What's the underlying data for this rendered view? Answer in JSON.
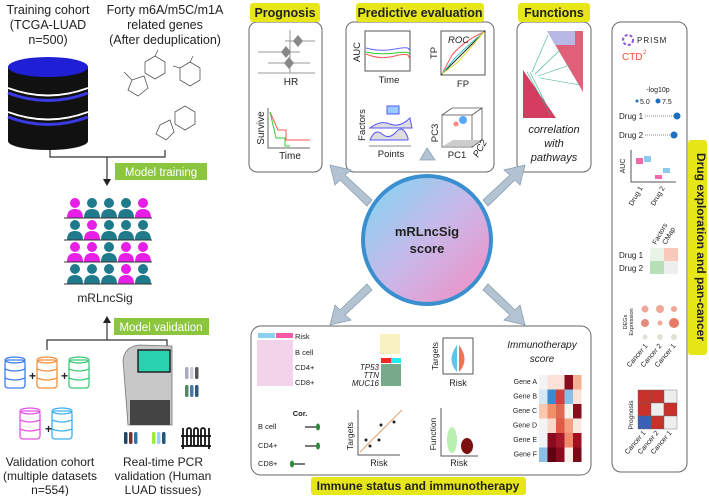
{
  "left": {
    "training_cohort": [
      "Training cohort",
      "(TCGA-LUAD",
      "n=500)"
    ],
    "genes": [
      "Forty m6A/m5C/m1A",
      "related genes",
      "(After deduplication)"
    ],
    "model_training": "Model training",
    "signature": "mRLncSig",
    "model_validation": "Model validation",
    "validation_cohort": [
      "Validation cohort",
      "(multiple datasets",
      "n=554)"
    ],
    "pcr": [
      "Real-time PCR",
      "validation (Human",
      "LUAD tissues)"
    ],
    "plus": "+"
  },
  "prognosis": {
    "title": "Prognosis",
    "hr": "HR",
    "survive": "Survive",
    "time": "Time"
  },
  "predictive": {
    "title": "Predictive evaluation",
    "auc": "AUC",
    "time": "Time",
    "roc": "ROC",
    "tp": "TP",
    "fp": "FP",
    "factors": "Factors",
    "points": "Points",
    "pc1": "PC1",
    "pc2": "PC2",
    "pc3": "PC3"
  },
  "functions": {
    "title": "Functions",
    "caption": [
      "correlation",
      "with",
      "pathways"
    ]
  },
  "center": {
    "line1": "mRLncSig",
    "line2": "score"
  },
  "immune": {
    "title": "Immune status and immunotherapy",
    "heat_labels": [
      "Risk",
      "B cell",
      "CD4+",
      "CD8+"
    ],
    "genes": [
      "TP53",
      "TTN",
      "MUC16"
    ],
    "cor": "Cor.",
    "cor_labels": [
      "B cell",
      "CD4+",
      "CD8+"
    ],
    "targets": "Targets",
    "risk": "Risk",
    "function": "Function",
    "immuno_score": [
      "Immunotherapy",
      "score"
    ],
    "gene_rows": [
      "Gene A",
      "Gene B",
      "Gene C",
      "Gene D",
      "Gene E",
      "Gene F"
    ]
  },
  "drug": {
    "title": "Drug exploration and pan-cancer",
    "prism": "PRISM",
    "ctd": "CTD",
    "ctd_sup": "2",
    "log_p": "-log10p",
    "legend": [
      "5.0",
      "7.5"
    ],
    "drugs": [
      "Drug 1",
      "Drug 2"
    ],
    "auc": "AUC",
    "factors": "Factors",
    "cmap": "CMap",
    "degs": [
      "DEGs",
      "Expression"
    ],
    "cancers": [
      "Cancer 1",
      "Cancer 2",
      "Cancer 1"
    ],
    "prognosis": "Prognosis"
  },
  "colors": {
    "label_yellow": "#e6e619",
    "label_green": "#8cc63f",
    "magenta": "#e61ee6",
    "teal": "#1f7a8c",
    "db_blue": "#1f1fd6",
    "arrow_grey": "#b4c3d2"
  }
}
